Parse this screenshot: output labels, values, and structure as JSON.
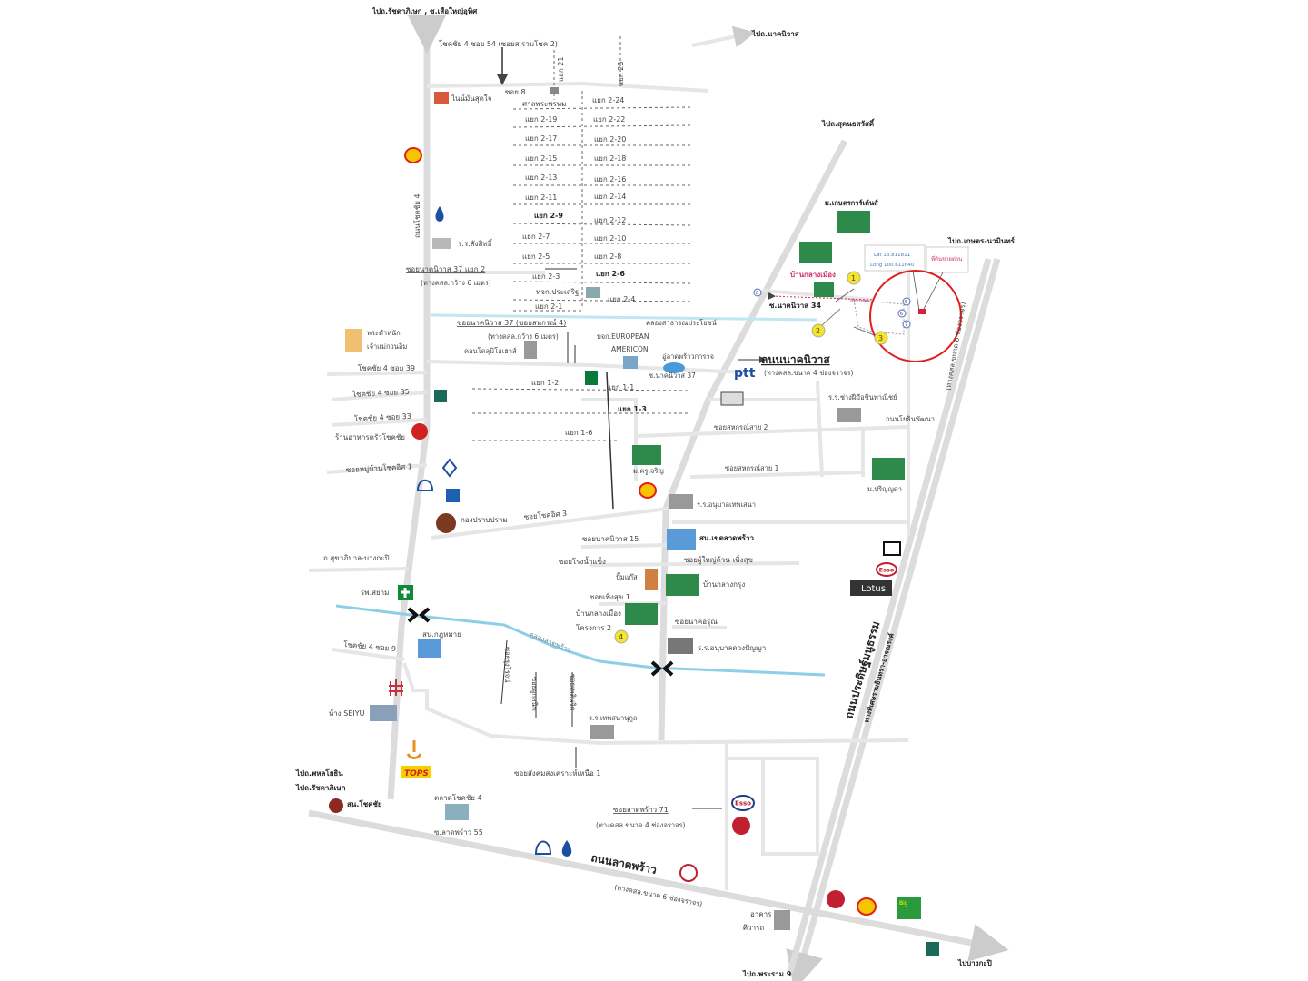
{
  "map": {
    "accent": {
      "canal": "#8ccfe6",
      "target_circle": "#e02020",
      "marker": "#f5e528",
      "pink": "#d0306a"
    },
    "directions": {
      "to_ratchada_north": "ไปถ.รัชดาภิเษก , ซ.เสือใหญ่อุทิศ",
      "to_nakniwat": "ไปถ.นาคนิวาส",
      "to_sukhonthasawat": "ไปถ.สุคนธสวัสดิ์",
      "to_kaset_nawamin": "ไปถ.เกษตร-นวมินทร์",
      "to_phahonyothin": "ไปถ.พหลโยธิน",
      "to_ratchada_south": "ไปถ.รัชดาภิเษก",
      "to_rama9": "ไปถ.พระราม 9",
      "to_bangkapi": "ไปบางกะปิ"
    },
    "roads": {
      "chokchai4": "ถนนโชคชัย 4",
      "chokchai4_soi54": "โชคชัย 4 ซอย 54 (ซอยส.รวมโชค 2)",
      "yaek21": "แยก 21",
      "yaek23": "แยก 23",
      "soi8": "ซอย 8",
      "nakniwat37_yaek2": "ซอยนาคนิวาส 37 แยก 2",
      "width6m_a": "(ทางคสล.กว้าง 6 เมตร)",
      "nakniwat37": "ซอยนาคนิวาส 37 (ซอยสหกรณ์ 4)",
      "width6m_b": "(ทางคสล.กว้าง 6 เมตร)",
      "public_canal": "คลองสาธารณประโยชน์",
      "soi_nakniwat37_short": "ซ.นาคนิวาส 37",
      "chokchai4_soi39": "โชคชัย 4 ซอย 39",
      "chokchai4_soi35": "โชคชัย 4 ซอย 35",
      "chokchai4_soi33": "โชคชัย 4 ซอย 33",
      "soi_village_chokchai1": "ซอยหมู่บ้านโชคอิศ 1",
      "nakniwat_road": "ถนนนาคนิวาส",
      "nakniwat_width": "(ทางคสล.ขนาด 4 ช่องจราจร)",
      "soi_nakniwat34": "ซ.นาคนิวาส 34",
      "yothin_phatthana": "ถนนโยธินพัฒนา",
      "sahakorn2": "ซอยสหกรณ์สาย 2",
      "sahakorn1": "ซอยสหกรณ์สาย 1",
      "chokchai3": "ซอยโชคอิศ 3",
      "nakniwat15": "ซอยนาคนิวาส 15",
      "sukhaphiban": "ถ.สุขาภิบาล-บางกะปิ",
      "soi_ice_factory": "ซอยโรงน้ำแข็ง",
      "soi_phuyai": "ซอยผู้ใหญ่ด้วน-เพิ่งสุข",
      "soi_phoengsuk1": "ซอยเพิ่งสุข 1",
      "soi_nakarun": "ซอยนาคอรุณ",
      "chokchai4_soi9": "โชคชัย 4 ซอย 9",
      "canal_name": "คลองลาดพร้าว",
      "vertical_soi_a": "ซอยรุ่งโรจน์",
      "vertical_soi_b": "ซอยผูกสนิท",
      "vertical_soi_c": "ซอยเพลินจิต",
      "soi_social_welfare": "ซอยสังคมสงเคราะห์เหนือ 1",
      "ladprao55": "ซ.ลาดพร้าว 55",
      "ladprao71": "ซอยลาดพร้าว 71",
      "ladprao71_width": "(ทางคสล.ขนาด 4 ช่องจราจร)",
      "ladprao_road": "ถนนลาดพร้าว",
      "ladprao_width": "(ทางคสล.ขนาด 6 ช่องจราจร)",
      "pradit_road": "ถนนประดิษฐ์มนูธรรม",
      "expressway": "ทางพิเศษรามอินทรา-อาจณรงค์",
      "expressway_width": "(ทางคสล.ขนาด 6 ช่องจราจร)"
    },
    "yaek_left": [
      "แยก 2-19",
      "แยก 2-17",
      "แยก 2-15",
      "แยก 2-13",
      "แยก 2-11",
      "แยก 2-9",
      "แยก 2-7",
      "แยก 2-5",
      "แยก 2-3",
      "แยก 2-1"
    ],
    "yaek_right": [
      "แยก 2-24",
      "แยก 2-22",
      "แยก 2-20",
      "แยก 2-18",
      "แยก 2-16",
      "แยก 2-14",
      "แยก 2-12",
      "แยก 2-10",
      "แยก 2-8",
      "แยก 2-6",
      "แยก 2-4"
    ],
    "yaek1": [
      "แยก 1-2",
      "แยก 1-1",
      "แยก 1-3",
      "แยก 1-6"
    ],
    "places": {
      "hotel": "ไนน์มันสุดใจ",
      "brahma_shrine": "ศาลพระพรหม",
      "prasert_co": "หจก.ประเสริฐ",
      "sangsit_school": "ร.ร.สังสิทธิ์",
      "guanyin_1": "พระตำหนัก",
      "guanyin_2": "เจ้าแม่กวนอิม",
      "european_1": "บจก.EUROPEAN",
      "european_2": "AMERICON",
      "condo": "คอนโดลุมิโอเฮาส์",
      "garage": "อู่ลาดพร้าวการาจ",
      "restaurant": "ร้านอาหารครัวโชคชัย",
      "kru_charoen": "ม.ครูเจริญ",
      "kaset_garden": "ม.เกษตรการ์เด้นส์",
      "baan_klang_muang": "บ้านกลางเมือง",
      "craft_school": "ร.ร.ช่างฝีมือชินพาณิชย์",
      "parinyada": "ม.ปริญญดา",
      "thepsena_school": "ร.ร.อนุบาลเทพเสนา",
      "crime_police": "กองปราบปราม",
      "ladprao_district": "สน.เขตลาดพร้าว",
      "gas_station": "ปั๊มแก๊ส",
      "baan_klang_krung": "บ้านกลางกรุง",
      "bkm2_1": "บ้านกลางเมือง",
      "bkm2_2": "โครงการ 2",
      "duangpanya_school": "ร.ร.อนุบาลดวงปัญญา",
      "siam_hospital": "รพ.สยาม",
      "law_office": "สน.กฎหมาย",
      "seiyu": "ห้าง SEIYU",
      "thepsana_school": "ร.ร.เทพสนานุกูล",
      "chokchai_police": "สน.โชคชัย",
      "chokchai_market": "ตลาดโชคชัย 4",
      "siwarat_1": "อาคาร",
      "siwarat_2": "ศิวารถ"
    },
    "brands": {
      "ptt": "ptt",
      "tops": "TOPS",
      "lotus": "Lotus",
      "esso": "Esso",
      "big_c": "Big"
    },
    "target": {
      "lat": "Lat 13.811811",
      "long": "Long 100.611640",
      "label": "ที่ดินขายด่วน",
      "distance": "200 เมตร"
    },
    "markers": [
      "1",
      "2",
      "3",
      "4"
    ],
    "gate_numbers": [
      "5",
      "6",
      "7",
      "8"
    ]
  }
}
